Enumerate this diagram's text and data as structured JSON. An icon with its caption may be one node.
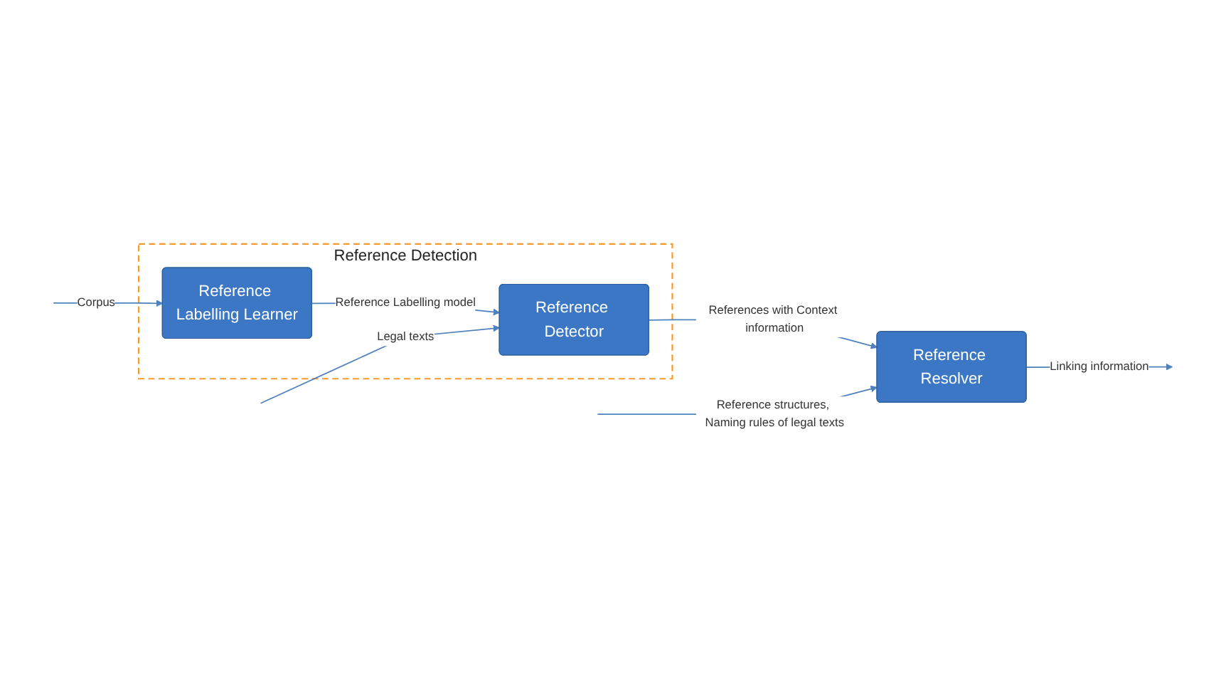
{
  "diagram": {
    "nodes": [
      {
        "text": [
          "Reference Detection"
        ]
      },
      {
        "text": [
          "Reference Labelling Learner"
        ],
        "in": 0
      },
      {
        "text": [
          "Reference Detector"
        ],
        "in": 0
      },
      {
        "text": [
          "Reference Resolver"
        ]
      }
    ],
    "edges": [
      {
        "from": null,
        "to": 1,
        "arrow": "to",
        "label": "Corpus"
      },
      {
        "from": 1,
        "to": 2,
        "arrow": "to",
        "label": "Reference Labelling model"
      },
      {
        "from": null,
        "to": 2,
        "arrow": "to",
        "label": "Legal texts"
      },
      {
        "from": 2,
        "to": 3,
        "arrow": "to",
        "label": "References with Context information"
      },
      {
        "from": 3,
        "to": null,
        "arrow": "to",
        "label": "Linking information"
      },
      {
        "from": null,
        "to": 3,
        "arrow": "to",
        "label": "Reference structures, Naming rules of legal texts"
      }
    ]
  }
}
